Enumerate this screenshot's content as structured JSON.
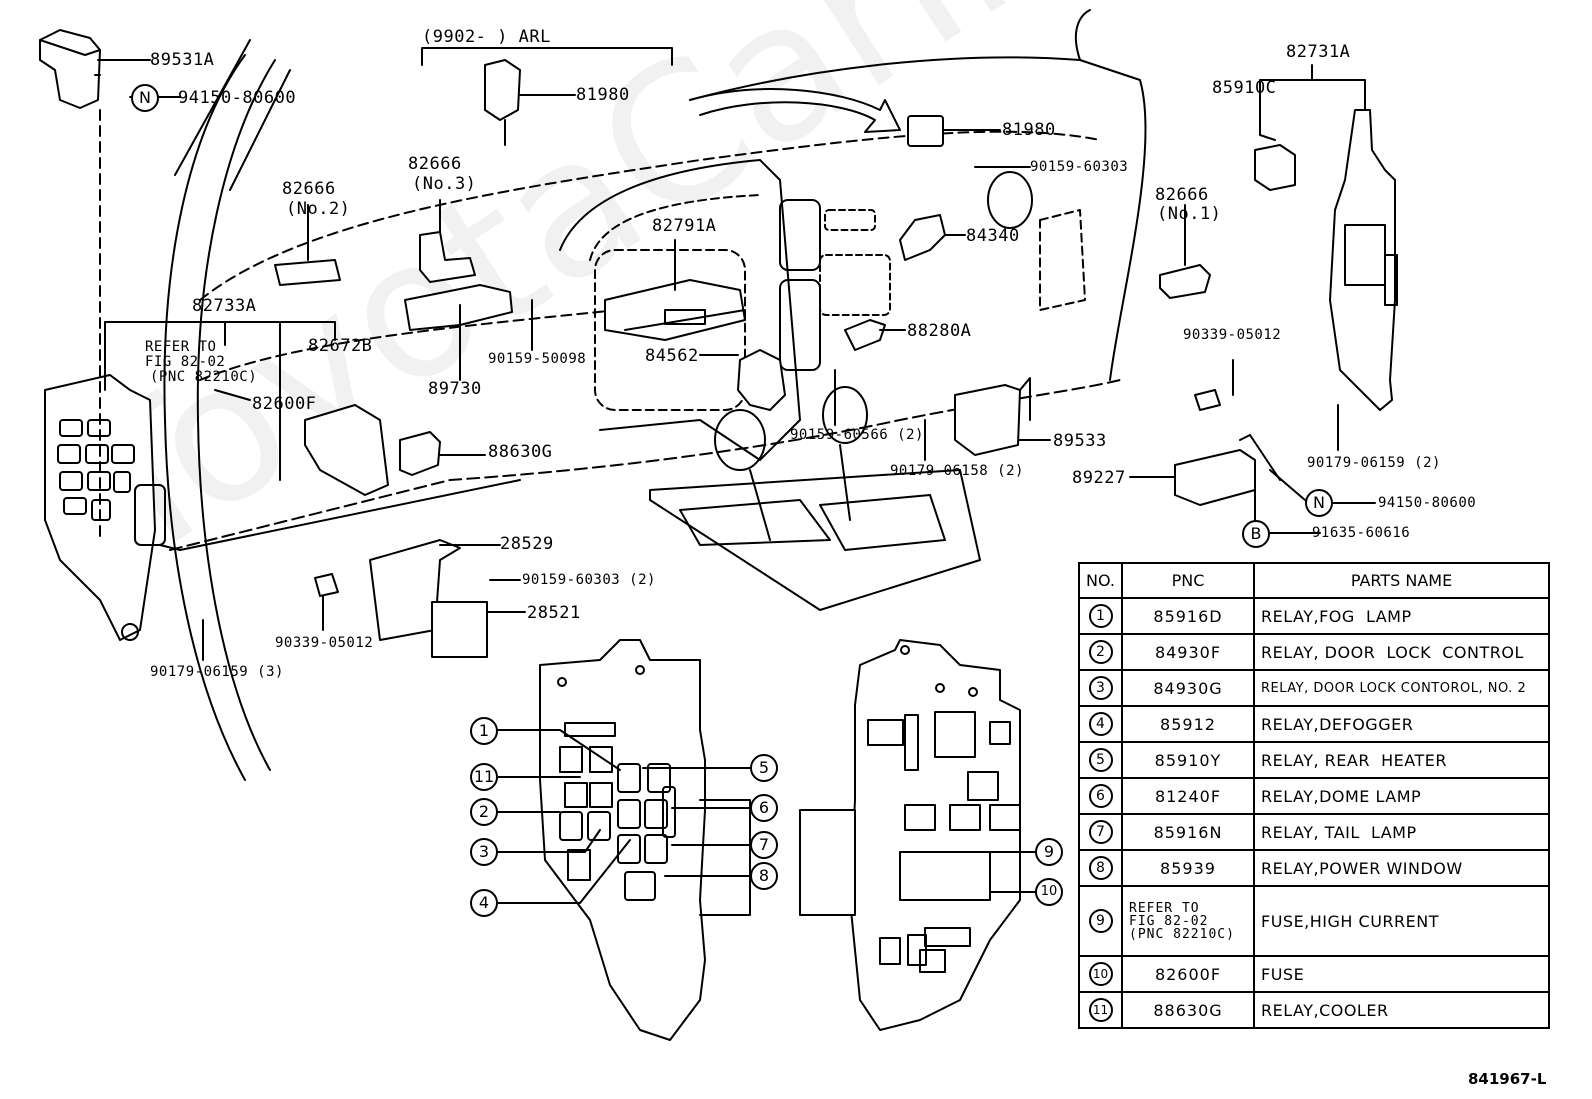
{
  "diagram": {
    "figure_code": "841967-L",
    "watermark": "ToyotaCarInfo.ru",
    "bracket_note": "(9902-      ) ARL",
    "refer_note": [
      "REFER TO",
      "FIG 82-02",
      "(PNC 82210C)"
    ],
    "callouts": {
      "p89531a": "89531A",
      "n94150_top": "94150-80600",
      "p81980_top": "81980",
      "p82666_no2": "82666",
      "p82666_no2_sub": "(No.2)",
      "p82666_no3": "82666",
      "p82666_no3_sub": "(No.3)",
      "p82733a": "82733A",
      "p82672b": "82672B",
      "p82600f": "82600F",
      "p89730": "89730",
      "p90159_50098": "90159-50098",
      "p82791a": "82791A",
      "p84562": "84562",
      "p81980_mid": "81980",
      "p90159_60303_top": "90159-60303",
      "p84340": "84340",
      "p88280a": "88280A",
      "p90159_60566": "90159-60566 (2)",
      "p90179_06158": "90179-06158 (2)",
      "p89533": "89533",
      "p89227": "89227",
      "p82666_no1": "82666",
      "p82666_no1_sub": "(No.1)",
      "p90339_05012_right": "90339-05012",
      "p90179_06159_2": "90179-06159 (2)",
      "n94150_right": "94150-80600",
      "b91635": "91635-60616",
      "p82731a": "82731A",
      "p85910c": "85910C",
      "p88630g": "88630G",
      "p28529": "28529",
      "p90159_60303_2": "90159-60303 (2)",
      "p28521": "28521",
      "p90339_05012_left": "90339-05012",
      "p90179_06159_3": "90179-06159 (3)"
    },
    "symbols": {
      "n": "N",
      "b": "B"
    },
    "relay_box_callouts": [
      "1",
      "11",
      "2",
      "3",
      "4",
      "5",
      "6",
      "7",
      "8"
    ],
    "fuse_box_callouts": [
      "9",
      "10"
    ]
  },
  "parts_table": {
    "headers": {
      "no": "NO.",
      "pnc": "PNC",
      "name": "PARTS NAME"
    },
    "rows": [
      {
        "no": "1",
        "pnc": "85916D",
        "name": "RELAY,FOG  LAMP"
      },
      {
        "no": "2",
        "pnc": "84930F",
        "name": "RELAY, DOOR  LOCK  CONTROL"
      },
      {
        "no": "3",
        "pnc": "84930G",
        "name": "RELAY, DOOR LOCK CONTOROL, NO. 2"
      },
      {
        "no": "4",
        "pnc": "85912",
        "name": "RELAY,DEFOGGER"
      },
      {
        "no": "5",
        "pnc": "85910Y",
        "name": "RELAY, REAR  HEATER"
      },
      {
        "no": "6",
        "pnc": "81240F",
        "name": "RELAY,DOME LAMP"
      },
      {
        "no": "7",
        "pnc": "85916N",
        "name": "RELAY, TAIL  LAMP"
      },
      {
        "no": "8",
        "pnc": "85939",
        "name": "RELAY,POWER WINDOW"
      },
      {
        "no": "9",
        "pnc": "REFER TO\nFIG 82-02\n(PNC 82210C)",
        "name": "FUSE,HIGH CURRENT"
      },
      {
        "no": "10",
        "pnc": "82600F",
        "name": "FUSE"
      },
      {
        "no": "11",
        "pnc": "88630G",
        "name": "RELAY,COOLER"
      }
    ]
  }
}
